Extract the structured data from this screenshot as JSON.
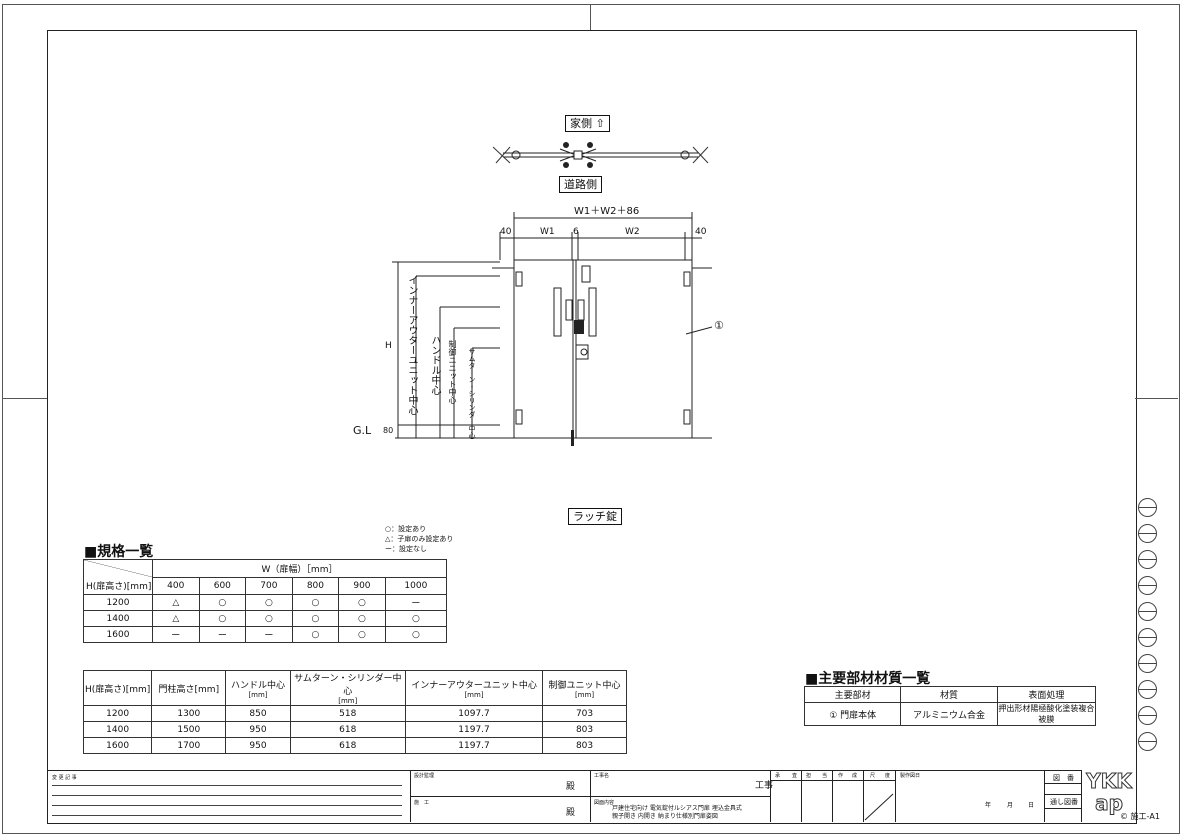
{
  "plan": {
    "house_side": "家側",
    "road_side": "道路側"
  },
  "elevation": {
    "overall_dim": "W1＋W2＋86",
    "dim_left": "40",
    "dim_w1": "W1",
    "dim_gap": "6",
    "dim_w2": "W2",
    "dim_right": "40",
    "dim_h": "H",
    "dim_80": "80",
    "gl": "G.L",
    "label_inner_outer": "インナーアウターユニット中心",
    "label_handle": "ハンドル中心",
    "label_control": "制御ユニット中心",
    "label_thumbturn": "サムターン・シリンダー中心",
    "callout": "①"
  },
  "lock_type": "ラッチ錠",
  "legend": [
    "○：設定あり",
    "△：子扉のみ設定あり",
    "ー：設定なし"
  ],
  "spec_table": {
    "title": "■規格一覧",
    "w_header": "W（扉幅）［mm］",
    "h_header": "H(扉高さ)[mm]",
    "widths": [
      "400",
      "600",
      "700",
      "800",
      "900",
      "1000"
    ],
    "rows": [
      {
        "h": "1200",
        "cells": [
          "△",
          "○",
          "○",
          "○",
          "○",
          "ー"
        ]
      },
      {
        "h": "1400",
        "cells": [
          "△",
          "○",
          "○",
          "○",
          "○",
          "○"
        ]
      },
      {
        "h": "1600",
        "cells": [
          "ー",
          "ー",
          "ー",
          "○",
          "○",
          "○"
        ]
      }
    ]
  },
  "dim_table": {
    "headers": [
      "H(扉高さ)[mm]",
      "門柱高さ[mm]",
      "ハンドル中心",
      "サムターン・シリンダー中心",
      "インナーアウターユニット中心",
      "制御ユニット中心"
    ],
    "units": [
      "",
      "",
      "[mm]",
      "[mm]",
      "[mm]",
      "[mm]"
    ],
    "rows": [
      [
        "1200",
        "1300",
        "850",
        "518",
        "1097.7",
        "703"
      ],
      [
        "1400",
        "1500",
        "950",
        "618",
        "1197.7",
        "803"
      ],
      [
        "1600",
        "1700",
        "950",
        "618",
        "1197.7",
        "803"
      ]
    ]
  },
  "material_table": {
    "title": "■主要部材材質一覧",
    "headers": [
      "主要部材",
      "材質",
      "表面処理"
    ],
    "rows": [
      [
        "① 門扉本体",
        "アルミニウム合金",
        "押出形材陽極酸化塗装複合被膜"
      ]
    ]
  },
  "title_block": {
    "revision": "変 更 記 事",
    "design_supervisor": "設計監理",
    "dono1": "殿",
    "construction": "施　工",
    "dono2": "殿",
    "project_name_label": "工事名",
    "koji": "工事",
    "drawing_content_label": "図面内容",
    "drawing_content_1": "戸建住宅向け 電気錠付ルシアス門扉 埋込金具式",
    "drawing_content_2": "親子開き 内開き 納まり仕様別門扉姿図",
    "stamps": [
      "承",
      "査",
      "担",
      "当",
      "作",
      "成",
      "尺",
      "度"
    ],
    "date_label": "製作図日",
    "year": "年",
    "month": "月",
    "day": "日",
    "drawing_no_label": "図　番",
    "serial_label": "通し図番",
    "logo": "YKK ap",
    "sheet_no": "施工-A1"
  }
}
